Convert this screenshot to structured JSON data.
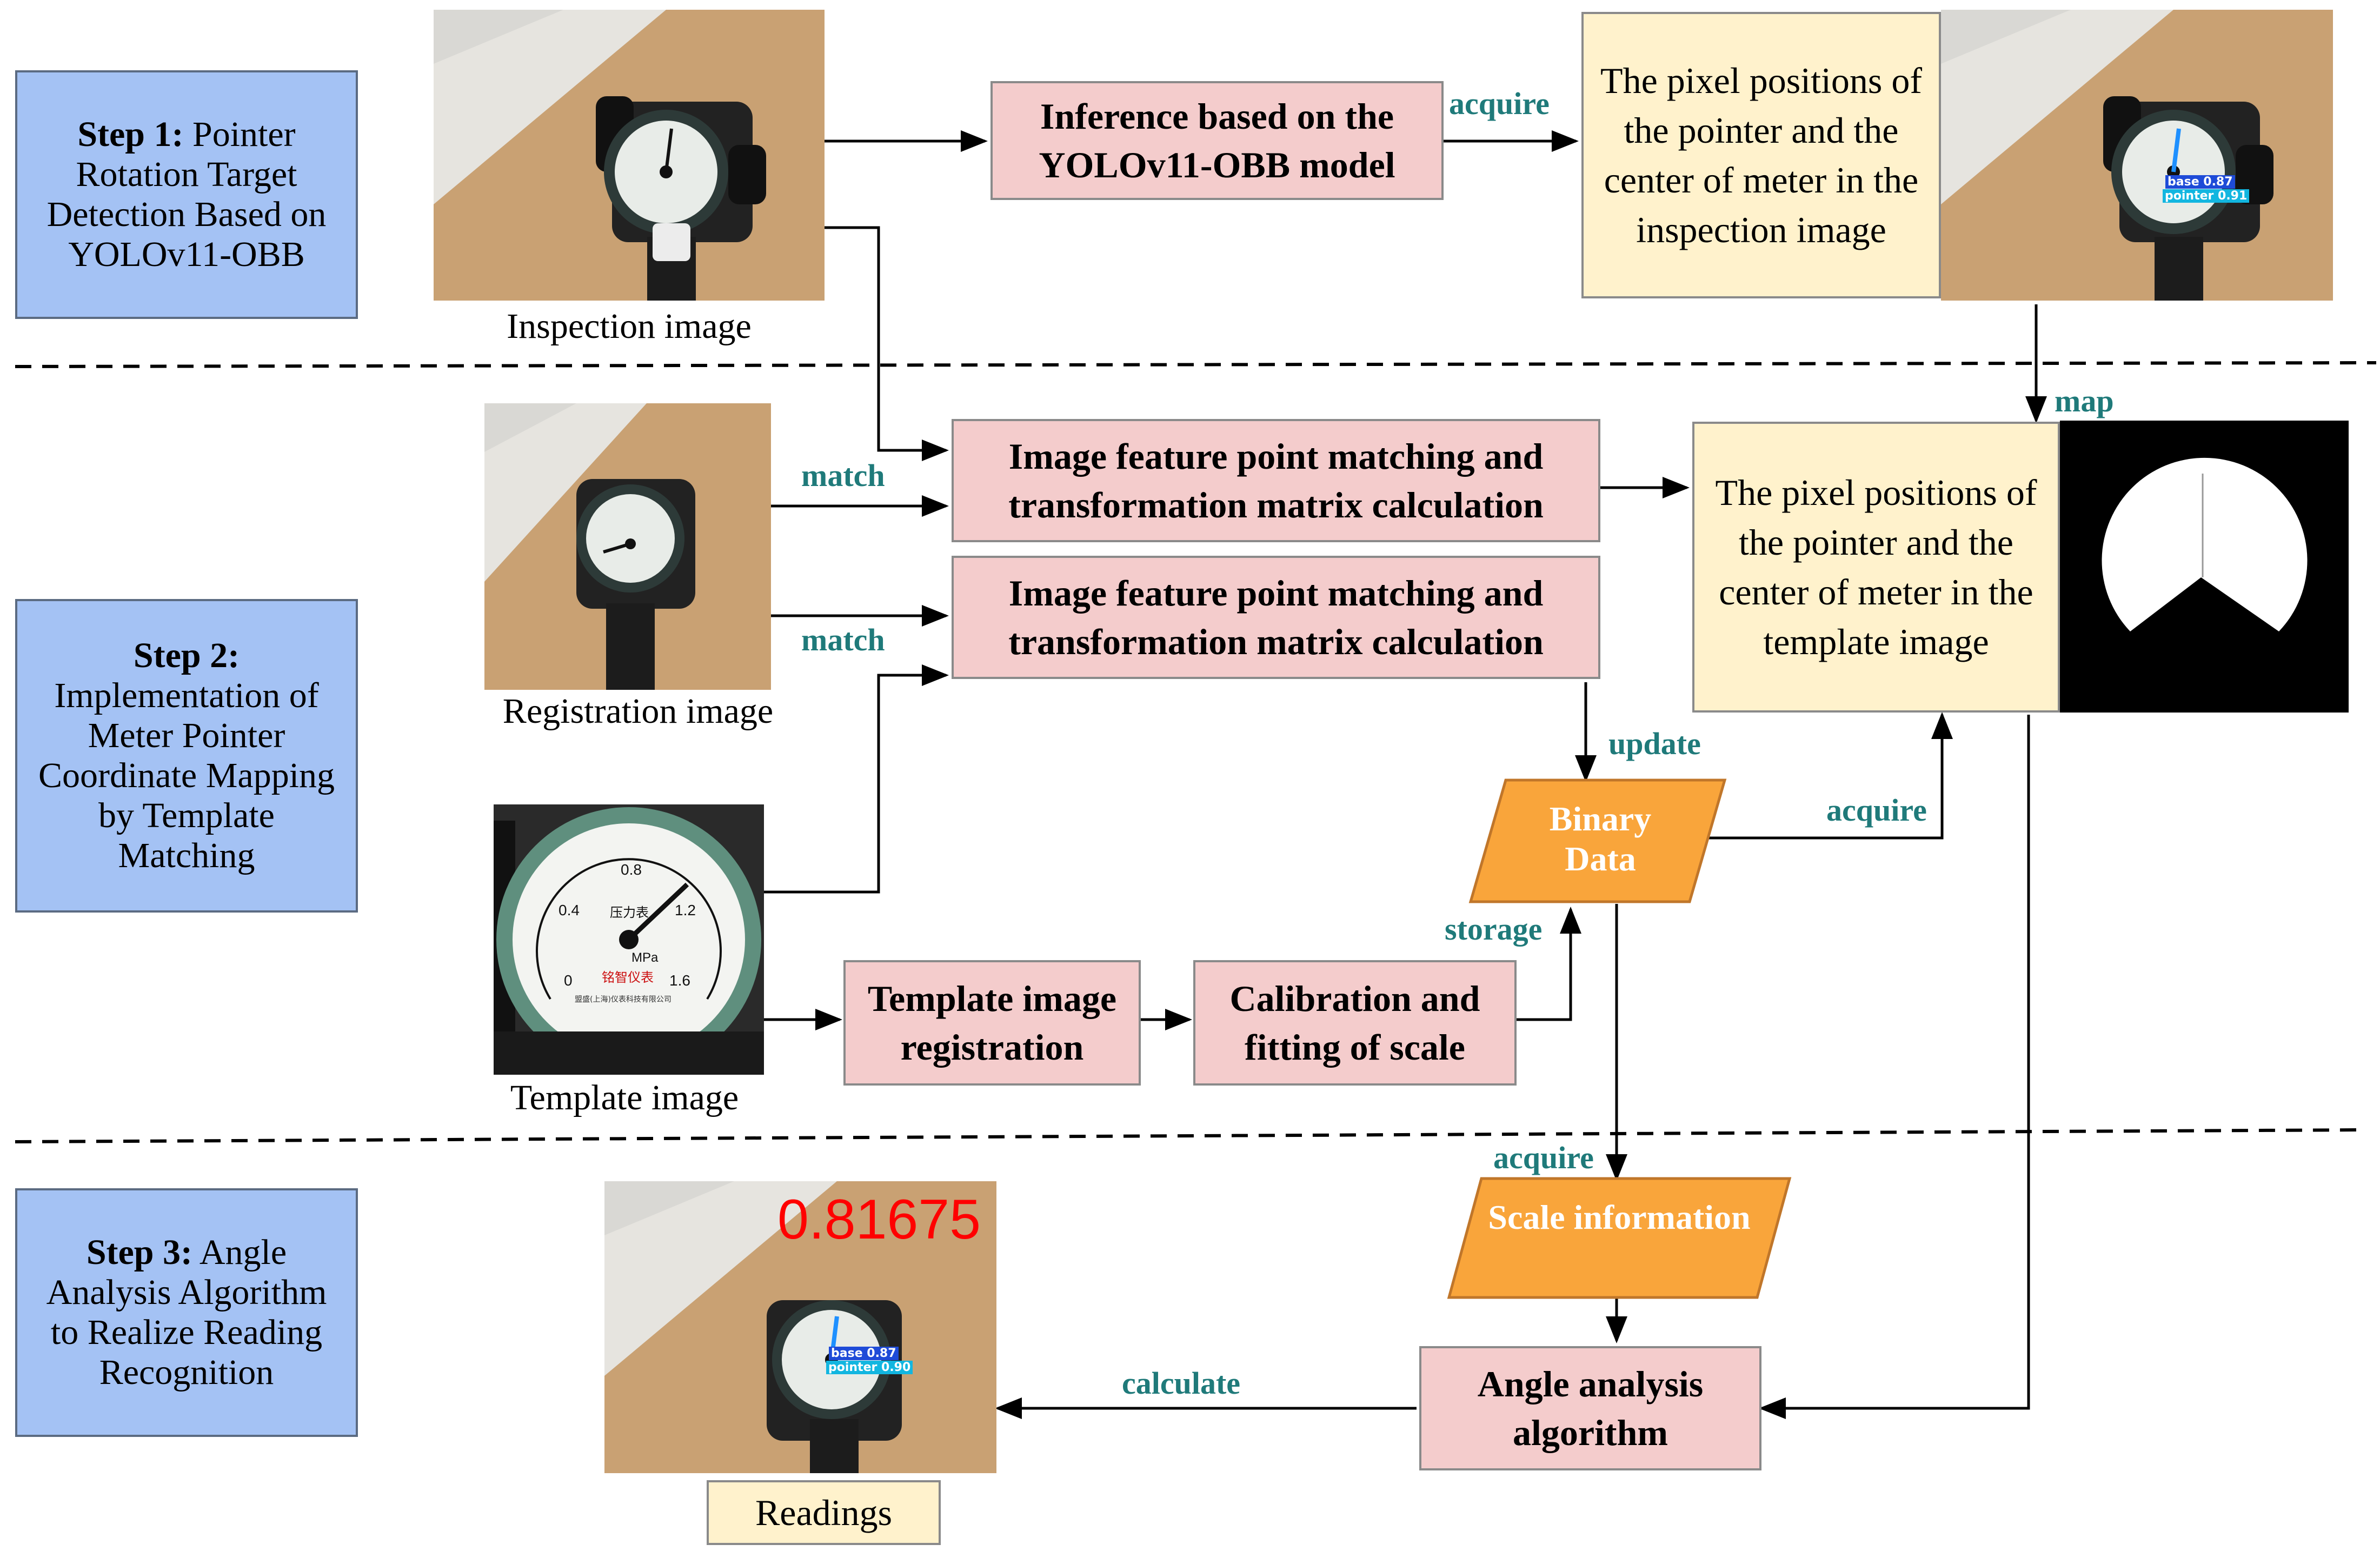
{
  "steps": {
    "step1": {
      "bold": "Step 1:",
      "text": " Pointer Rotation Target Detection Based on YOLOv11-OBB"
    },
    "step2": {
      "bold": "Step 2:",
      "text": " Implementation of Meter Pointer Coordinate Mapping by Template Matching"
    },
    "step3": {
      "bold": "Step 3:",
      "text": " Angle Analysis Algorithm to Realize Reading Recognition"
    }
  },
  "captions": {
    "inspection": "Inspection image",
    "registration": "Registration image",
    "template": "Template image",
    "readings": "Readings"
  },
  "boxes": {
    "inference": "Inference based on the YOLOv11-OBB model",
    "match1": "Image feature point matching and transformation matrix calculation",
    "match2": "Image feature point matching and transformation matrix calculation",
    "pixel_inspection": "The pixel positions of the pointer and the center of meter in the inspection image",
    "pixel_template": "The pixel positions of the pointer and the center of meter in the template image",
    "template_reg": "Template image registration",
    "calibration": "Calibration and fitting of scale",
    "angle": "Angle analysis algorithm",
    "binary": "Binary Data",
    "scale": "Scale information"
  },
  "labels": {
    "acquire_top": "acquire",
    "map": "map",
    "match_a": "match",
    "match_b": "match",
    "update": "update",
    "acquire_mid": "acquire",
    "storage": "storage",
    "acquire_low": "acquire",
    "calculate": "calculate"
  },
  "overlays": {
    "reading_value": "0.81675",
    "det_base_top": "base 0.87",
    "det_pointer_top": "pointer 0.91",
    "det_base_low": "base 0.87",
    "det_pointer_low": "pointer 0.90"
  },
  "gauge": {
    "ticks": [
      "0",
      "0.4",
      "0.8",
      "1.2",
      "1.6"
    ],
    "name": "压力表",
    "unit": "MPa",
    "brand": "铭智仪表",
    "maker": "盟盛(上海)仪表科技有限公司"
  },
  "colors": {
    "step_fill": "#a4c2f4",
    "process_fill": "#f4cccc",
    "result_fill": "#fff2cc",
    "data_fill": "#f9a53b",
    "label_color": "#1f7a7a",
    "reading_color": "#ff0000"
  }
}
